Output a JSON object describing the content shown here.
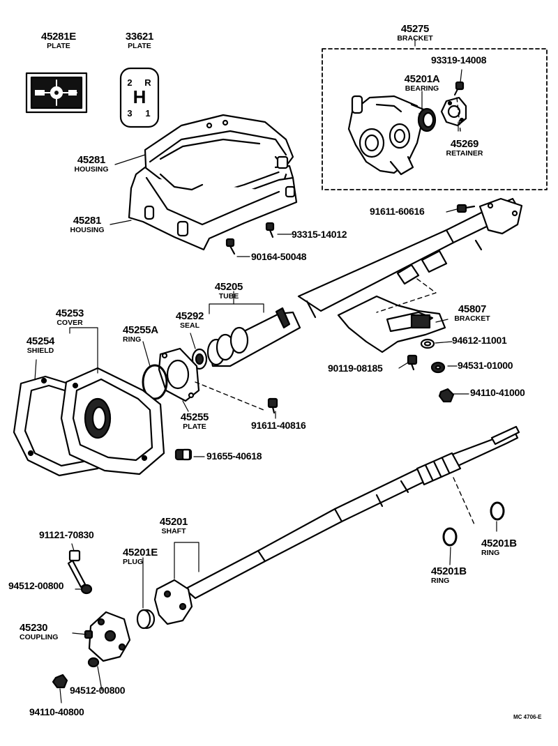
{
  "labels": {
    "l45281e": {
      "num": "45281E",
      "name": "PLATE"
    },
    "l33621": {
      "num": "33621",
      "name": "PLATE"
    },
    "l45275": {
      "num": "45275",
      "name": "BRACKET"
    },
    "l45201a": {
      "num": "45201A",
      "name": "BEARING"
    },
    "l45269": {
      "num": "45269",
      "name": "RETAINER"
    },
    "l45281a": {
      "num": "45281",
      "name": "HOUSING"
    },
    "l45281b": {
      "num": "45281",
      "name": "HOUSING"
    },
    "l45205": {
      "num": "45205",
      "name": "TUBE"
    },
    "l45292": {
      "num": "45292",
      "name": "SEAL"
    },
    "l45255a": {
      "num": "45255A",
      "name": "RING"
    },
    "l45253": {
      "num": "45253",
      "name": "COVER"
    },
    "l45254": {
      "num": "45254",
      "name": "SHIELD"
    },
    "l45807": {
      "num": "45807",
      "name": "BRACKET"
    },
    "l45255": {
      "num": "45255",
      "name": "PLATE"
    },
    "l45201": {
      "num": "45201",
      "name": "SHAFT"
    },
    "l45201e": {
      "num": "45201E",
      "name": "PLUG"
    },
    "l45230": {
      "num": "45230",
      "name": "COUPLING"
    },
    "l45201b1": {
      "num": "45201B",
      "name": "RING"
    },
    "l45201b2": {
      "num": "45201B",
      "name": "RING"
    }
  },
  "part_numbers": {
    "p93319": "93319-14008",
    "p91611a": "91611-60616",
    "p93315": "93315-14012",
    "p90164": "90164-50048",
    "p94612": "94612-11001",
    "p90119": "90119-08185",
    "p94531": "94531-01000",
    "p94110a": "94110-41000",
    "p91611b": "91611-40816",
    "p91655": "91655-40618",
    "p91121": "91121-70830",
    "p94512a": "94512-00800",
    "p94512b": "94512-00800",
    "p94110b": "94110-40800"
  },
  "shift_plate": {
    "top_left": "2",
    "top_right": "R",
    "center": "H",
    "bottom_left": "3",
    "bottom_right": "1"
  },
  "drawing_code": "MC 4706-E"
}
